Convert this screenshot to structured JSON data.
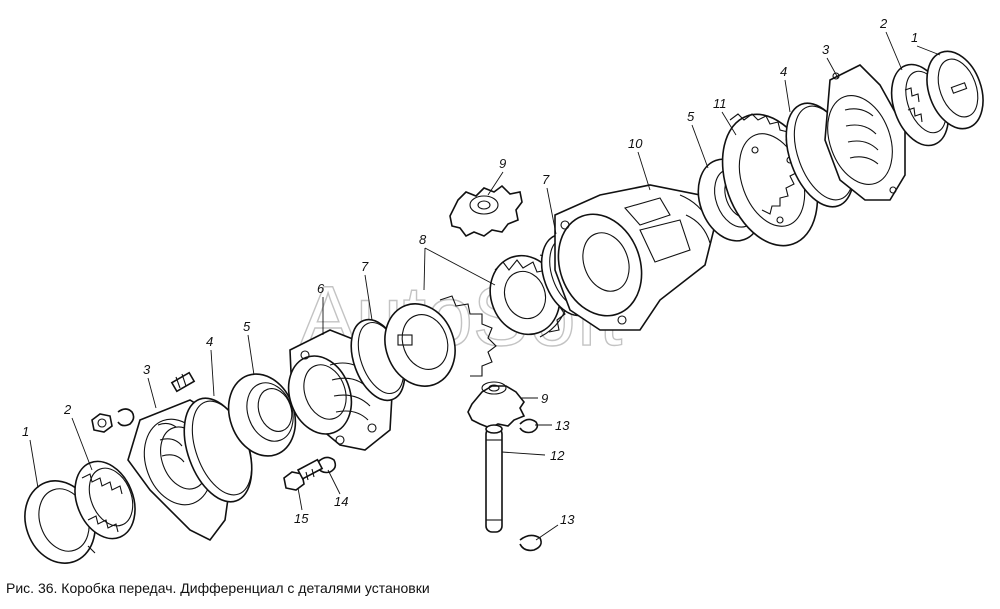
{
  "caption": "Рис. 36. Коробка передач. Дифференциал с деталями установки",
  "watermark": "AutoSoft",
  "callouts": {
    "c1_left": "1",
    "c2_left": "2",
    "c3_left": "3",
    "c4_left": "4",
    "c5_left": "5",
    "c6": "6",
    "c7_left": "7",
    "c8": "8",
    "c9_top": "9",
    "c9_bottom": "9",
    "c10": "10",
    "c7_right": "7",
    "c5_right": "5",
    "c11": "11",
    "c4_right": "4",
    "c3_right": "3",
    "c2_right": "2",
    "c1_right": "1",
    "c12": "12",
    "c13_top": "13",
    "c13_bottom": "13",
    "c14": "14",
    "c15": "15"
  }
}
